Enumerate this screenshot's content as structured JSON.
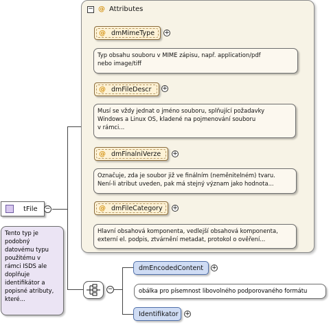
{
  "attributes_group": {
    "title": "Attributes",
    "collapse_symbol": "−",
    "at_symbol": "@"
  },
  "attributes": [
    {
      "name": "dmMimeType",
      "doc": "Typ obsahu souboru v MIME zápisu, např. application/pdf\nnebo image/tiff"
    },
    {
      "name": "dmFileDescr",
      "doc": "Musí se vždy jednat o jméno souboru, splňující požadavky\nWindows a Linux OS, kladené na pojmenování souboru\nv rámci..."
    },
    {
      "name": "dmFinalniVerze",
      "doc": "Označuje, zda je soubor již ve finálním (neměnitelném) tvaru.\nNení-li atribut uveden, pak má stejný význam jako hodnota..."
    },
    {
      "name": "dmFileCategory",
      "doc": "Hlavní obsahová komponenta, vedlejší obsahová komponenta,\nexterní el. podpis, ztvárnění metadat, protokol o ověření..."
    }
  ],
  "type_node": {
    "name": "tFile",
    "doc": "Tento typ je\npodobný\ndatovému typu\npoužitému v\nrámci ISDS ale\ndoplňuje\nidentifikátor a\npopisné atributy,\nkteré..."
  },
  "elements": [
    {
      "name": "dmEncodedContent",
      "doc": "obálka pro písemnost libovolného podporovaného formátu"
    },
    {
      "name": "Identifikator"
    }
  ],
  "symbols": {
    "plus": "+",
    "minus": "−"
  },
  "colors": {
    "attribute_fill": "#fdf2d6",
    "attribute_group_fill": "#f7f3e6",
    "element_fill": "#cfdcf4",
    "type_doc_fill": "#ebe4f4",
    "at_sign": "#d6961a"
  }
}
